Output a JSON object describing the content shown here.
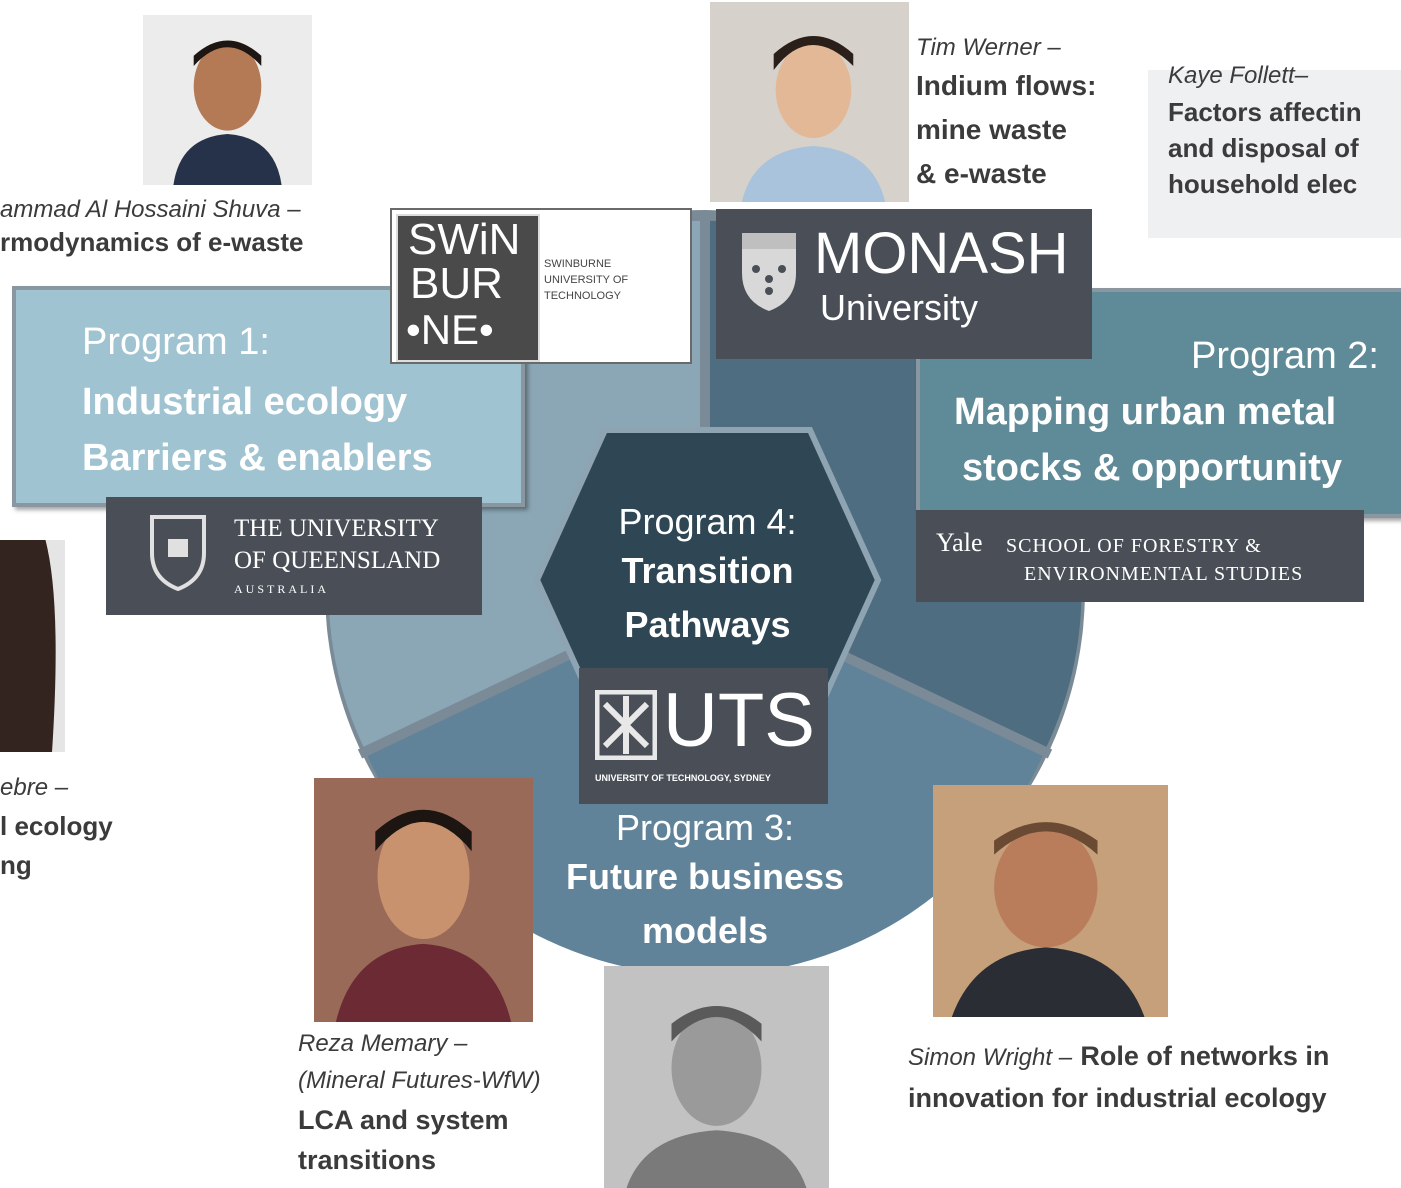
{
  "programs": {
    "p1": {
      "label": "Program 1:",
      "title_line1": "Industrial ecology",
      "title_line2": "Barriers & enablers"
    },
    "p2": {
      "label": "Program 2:",
      "title_line1": "Mapping urban metal",
      "title_line2": "stocks & opportunity"
    },
    "p3": {
      "label": "Program 3:",
      "title_line1": "Future business",
      "title_line2": "models"
    },
    "p4": {
      "label": "Program 4:",
      "title_line1": "Transition",
      "title_line2": "Pathways"
    }
  },
  "logos": {
    "swinburne": {
      "big1": "SWiN",
      "big2": "BUR",
      "big3": "•NE•",
      "small1": "SWINBURNE",
      "small2": "UNIVERSITY OF",
      "small3": "TECHNOLOGY"
    },
    "monash": {
      "name": "MONASH",
      "sub": "University"
    },
    "uq": {
      "line1": "THE UNIVERSITY",
      "line2": "OF QUEENSLAND",
      "line3": "AUSTRALIA"
    },
    "yale": {
      "yale": "Yale",
      "line1": "SCHOOL OF FORESTRY &",
      "line2": "ENVIRONMENTAL STUDIES"
    },
    "uts": {
      "name": "UTS",
      "sub": "UNIVERSITY OF TECHNOLOGY, SYDNEY"
    }
  },
  "people": {
    "shuva": {
      "name": "ammad Al Hossaini Shuva –",
      "topic": "rmodynamics of e-waste"
    },
    "werner": {
      "name": "Tim Werner –",
      "topic1": "Indium flows:",
      "topic2": "mine waste",
      "topic3": "& e-waste"
    },
    "follett": {
      "name": "Kaye Follett–",
      "topic1": "Factors affectin",
      "topic2": "and disposal of",
      "topic3": "household elec"
    },
    "gebre": {
      "name": "ebre –",
      "topic1": "l ecology",
      "topic2": "ng"
    },
    "memary": {
      "name": "Reza Memary –",
      "affil": "(Mineral Futures-WfW)",
      "topic1": "LCA and system",
      "topic2": "transitions"
    },
    "wright": {
      "name": "Simon Wright –",
      "topic1": "Role of networks in",
      "topic2": "innovation for industrial ecology"
    }
  },
  "colors": {
    "p1": "#9fc3d1",
    "p2": "#5f8a98",
    "p3_sector": "#5c7e90",
    "p4": "#2f4654",
    "wheel_left": "#8ba6b5",
    "wheel_right": "#4e6d80",
    "wheel_bottom": "#60839a",
    "rim": "#7a8a96",
    "logo_bg": "#4a4f57"
  }
}
